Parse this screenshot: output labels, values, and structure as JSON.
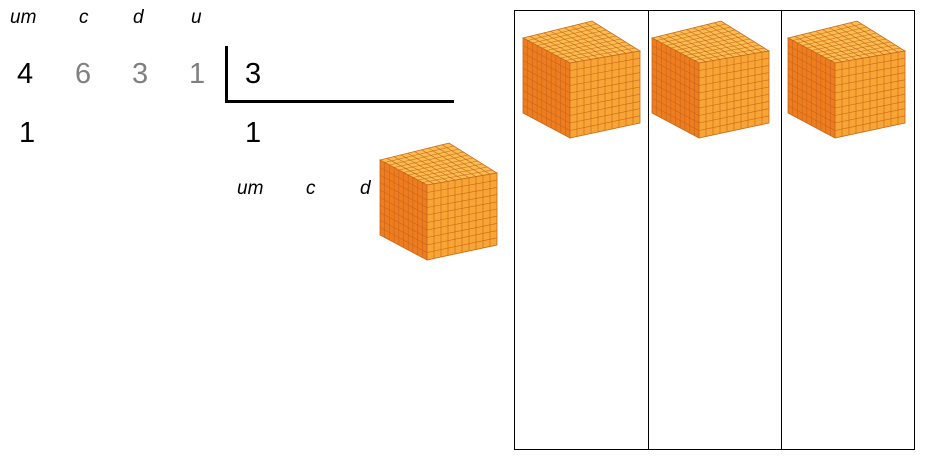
{
  "dividend": {
    "place_labels": [
      "um",
      "c",
      "d",
      "u"
    ],
    "digits": [
      "4",
      "6",
      "3",
      "1"
    ]
  },
  "divisor": "3",
  "remainder_row": [
    "1"
  ],
  "quotient": {
    "digits": [
      "1"
    ],
    "place_labels": [
      "um",
      "c",
      "d"
    ]
  },
  "colors": {
    "cube_front": "#f7a534",
    "cube_side": "#ee7d1f",
    "cube_top": "#fbbd4f",
    "cube_grid": "#c9651b",
    "gray_digit": "#808080"
  },
  "groups": {
    "count": 3,
    "cubes_per_group": 1,
    "leftover_cubes": 1
  }
}
